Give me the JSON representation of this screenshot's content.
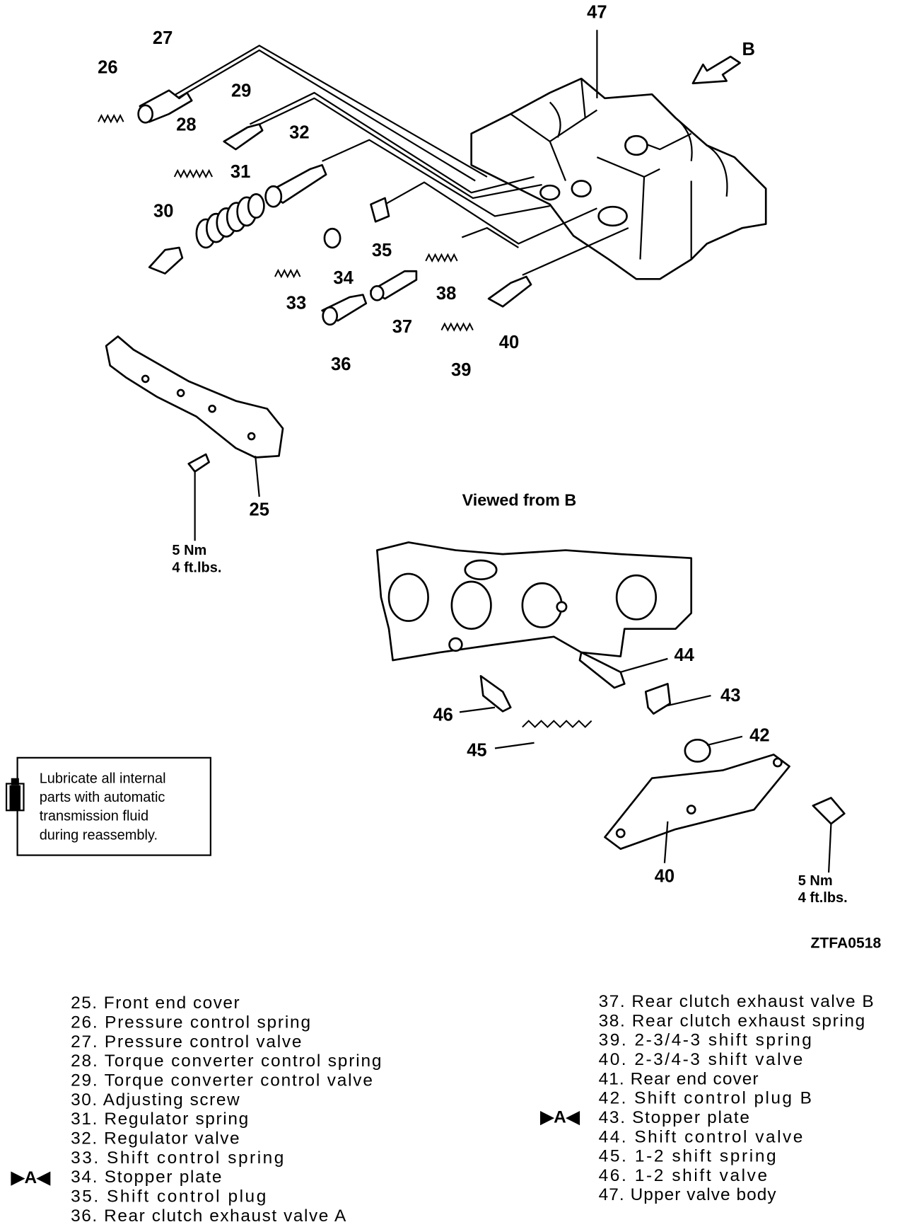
{
  "callouts": {
    "c47": "47",
    "b_arrow": "B",
    "c27": "27",
    "c26": "26",
    "c29": "29",
    "c28": "28",
    "c32": "32",
    "c31": "31",
    "c30": "30",
    "c35": "35",
    "c34": "34",
    "c33": "33",
    "c38": "38",
    "c37": "37",
    "c36": "36",
    "c40a": "40",
    "c39": "39",
    "c25": "25",
    "c44": "44",
    "c43": "43",
    "c46": "46",
    "c42": "42",
    "c45": "45",
    "c40b": "40"
  },
  "torque_front": {
    "nm": "5 Nm",
    "ftlbs": "4 ft.lbs."
  },
  "torque_rear": {
    "nm": "5 Nm",
    "ftlbs": "4 ft.lbs."
  },
  "view_label": "Viewed from B",
  "figure_code": "ZTFA0518",
  "note": {
    "icon": "oil-can-icon",
    "lines": [
      "Lubricate all internal",
      "parts with automatic",
      "transmission fluid",
      "during reassembly."
    ]
  },
  "legend": {
    "marker": "▶A◀",
    "left": [
      "25. Front end cover",
      "26. Pressure control spring",
      "27. Pressure control valve",
      "28. Torque converter control spring",
      "29. Torque converter control valve",
      "30. Adjusting screw",
      "31. Regulator spring",
      "32. Regulator valve",
      "33. Shift control spring",
      "34. Stopper plate",
      "35. Shift control plug",
      "36. Rear clutch exhaust valve A"
    ],
    "right": [
      "37. Rear clutch exhaust valve B",
      "38. Rear clutch exhaust spring",
      "39. 2-3/4-3 shift spring",
      "40. 2-3/4-3 shift valve",
      "41. Rear end cover",
      "42. Shift control plug B",
      "43. Stopper plate",
      "44. Shift control valve",
      "45. 1-2 shift spring",
      "46. 1-2 shift valve",
      "47. Upper valve body"
    ]
  }
}
